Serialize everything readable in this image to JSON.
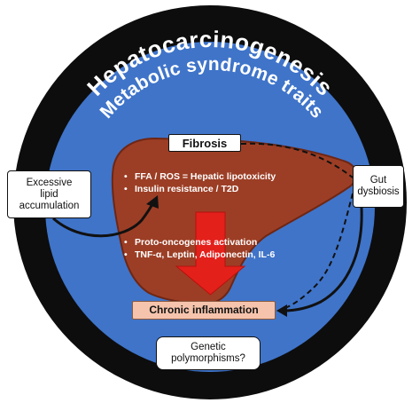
{
  "diagram": {
    "outer_title": "Hepatocarcinogenesis",
    "inner_title": "Metabolic syndrome traits",
    "fibrosis_label": "Fibrosis",
    "liver_bullets_top": [
      "FFA / ROS = Hepatic lipotoxicity",
      "Insulin resistance / T2D"
    ],
    "liver_bullets_bottom": [
      "Proto-oncogenes activation",
      "TNF-α, Leptin, Adiponectin, IL-6"
    ],
    "chronic_inflammation_label": "Chronic inflammation",
    "external_factors": {
      "lipid": "Excessive\nlipid\naccumulation",
      "gut": "Gut\ndysbiosis",
      "genetic": "Genetic\npolymorphisms?"
    },
    "bullet_symbol": "•",
    "colors": {
      "outer_ring": "#0d0d0d",
      "inner_disc": "#3f74c9",
      "liver": "#9c3e25",
      "liver_edge": "#6e2614",
      "arrow": "#e4201b",
      "inflammation_box": "#f6c4ac",
      "text_light": "#ffffff"
    }
  }
}
